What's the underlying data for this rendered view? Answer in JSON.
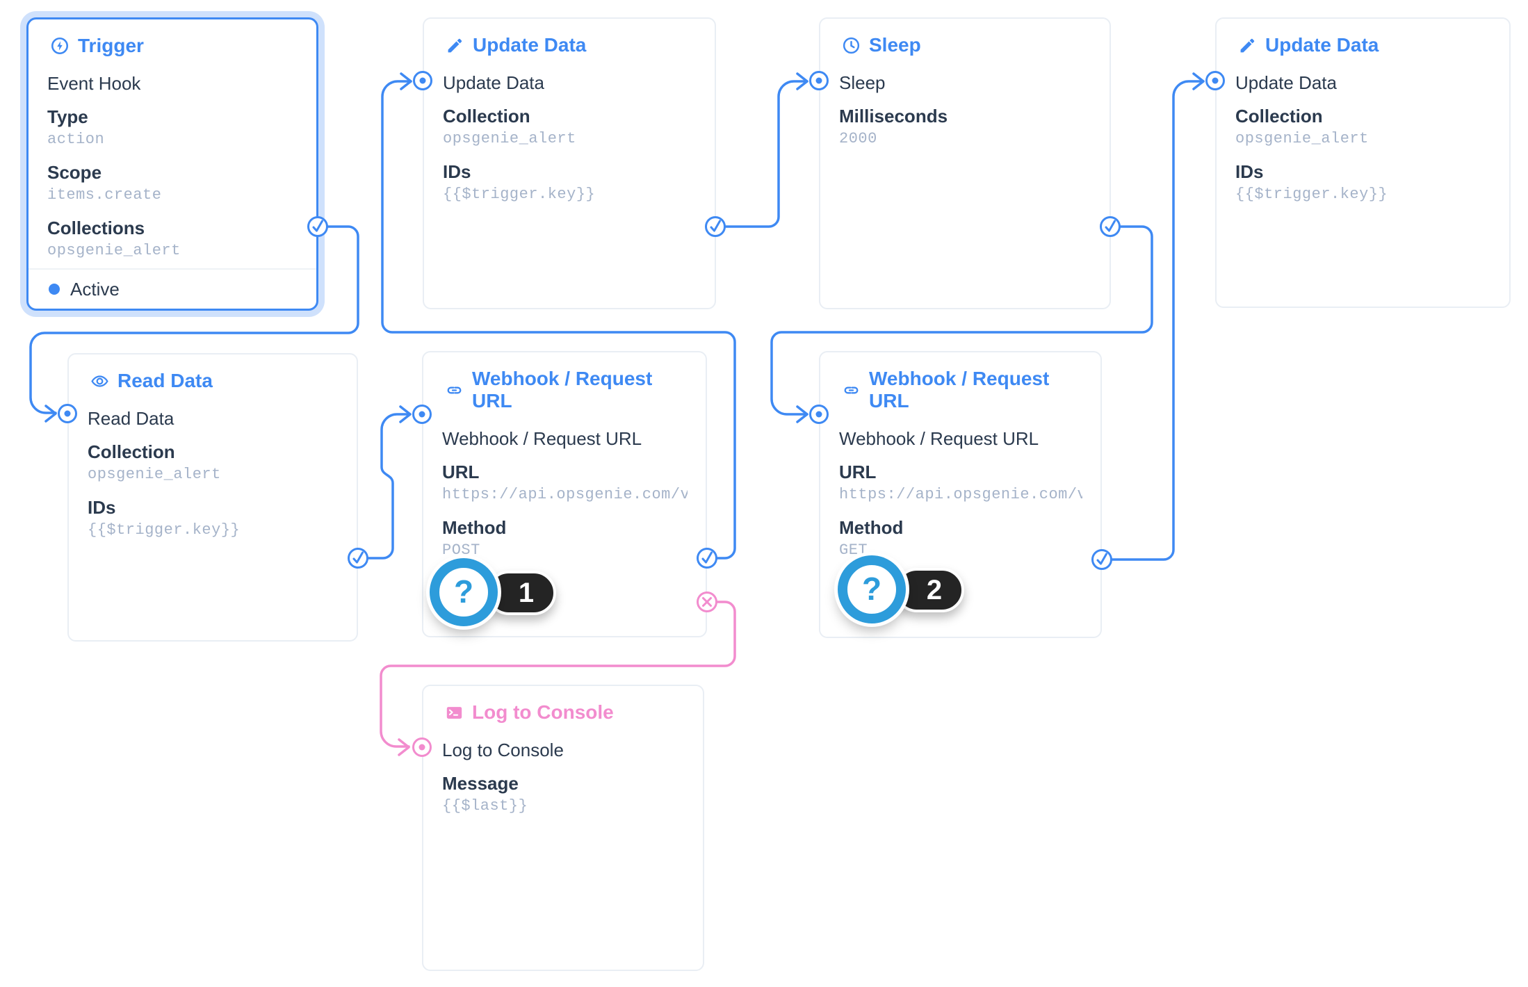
{
  "colors": {
    "accent_blue": "#3e89f3",
    "accent_pink": "#f28cce",
    "badge_blue": "#2d9cdb",
    "text_dark": "#2b3a4e",
    "mono_value_grey": "#a5b3c9",
    "card_border": "#e9eef4"
  },
  "nodes": [
    {
      "id": "trigger",
      "icon": "bolt-circle-icon",
      "title": "Trigger",
      "name": "Event Hook",
      "fields": [
        {
          "label": "Type",
          "value": "action"
        },
        {
          "label": "Scope",
          "value": "items.create"
        },
        {
          "label": "Collections",
          "value": "opsgenie_alert"
        }
      ],
      "status": "Active"
    },
    {
      "id": "update-data-1",
      "icon": "pencil-icon",
      "title": "Update Data",
      "name": "Update Data",
      "fields": [
        {
          "label": "Collection",
          "value": "opsgenie_alert"
        },
        {
          "label": "IDs",
          "value": "{{$trigger.key}}"
        }
      ]
    },
    {
      "id": "sleep",
      "icon": "clock-icon",
      "title": "Sleep",
      "name": "Sleep",
      "fields": [
        {
          "label": "Milliseconds",
          "value": "2000"
        }
      ]
    },
    {
      "id": "update-data-2",
      "icon": "pencil-icon",
      "title": "Update Data",
      "name": "Update Data",
      "fields": [
        {
          "label": "Collection",
          "value": "opsgenie_alert"
        },
        {
          "label": "IDs",
          "value": "{{$trigger.key}}"
        }
      ]
    },
    {
      "id": "read-data",
      "icon": "eye-icon",
      "title": "Read Data",
      "name": "Read Data",
      "fields": [
        {
          "label": "Collection",
          "value": "opsgenie_alert"
        },
        {
          "label": "IDs",
          "value": "{{$trigger.key}}"
        }
      ]
    },
    {
      "id": "webhook-post",
      "icon": "link-icon",
      "title": "Webhook / Request URL",
      "name": "Webhook / Request URL",
      "fields": [
        {
          "label": "URL",
          "value": "https://api.opsgenie.com/v…"
        },
        {
          "label": "Method",
          "value": "POST"
        }
      ],
      "badge": "1"
    },
    {
      "id": "webhook-get",
      "icon": "link-icon",
      "title": "Webhook / Request URL",
      "name": "Webhook / Request URL",
      "fields": [
        {
          "label": "URL",
          "value": "https://api.opsgenie.com/v…"
        },
        {
          "label": "Method",
          "value": "GET"
        }
      ],
      "badge": "2"
    },
    {
      "id": "log-to-console",
      "icon": "terminal-icon",
      "title": "Log to Console",
      "name": "Log to Console",
      "fields": [
        {
          "label": "Message",
          "value": "{{$last}}"
        }
      ]
    }
  ],
  "badges": [
    {
      "question_mark": "?",
      "number": "1"
    },
    {
      "question_mark": "?",
      "number": "2"
    }
  ]
}
